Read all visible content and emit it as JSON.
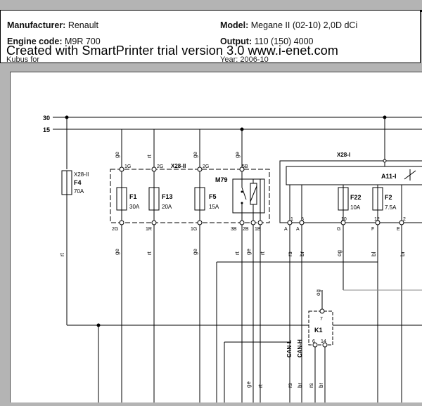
{
  "header": {
    "manufacturer_label": "Manufacturer:",
    "manufacturer_value": "Renault",
    "model_label": "Model:",
    "model_value": "Megane II (02-10) 2,0D dCi",
    "engine_code_label": "Engine code:",
    "engine_code_value": "M9R 700",
    "output_label": "Output:",
    "output_value": "110 (150) 4000",
    "overlap_left": "Kubus for",
    "overlap_right": "Year: 2006-10"
  },
  "watermark": "Created with SmartPrinter trial version 3.0  www.i-enet.com",
  "diagram": {
    "rails": {
      "r30": "30",
      "r15": "15"
    },
    "x28ii_fuse": {
      "connector": "X28-II",
      "name": "F4",
      "rating": "70A",
      "wire": "rt"
    },
    "block_x28ii": {
      "label": "X28-II",
      "top_pins": [
        "1G",
        "2G",
        "2G",
        "5B"
      ],
      "top_wires": [
        "ge",
        "rt",
        "ge",
        "ge"
      ],
      "fuses": [
        {
          "name": "F1",
          "rating": "30A"
        },
        {
          "name": "F13",
          "rating": "20A"
        },
        {
          "name": "F5",
          "rating": "15A"
        }
      ],
      "relay": "M79",
      "bottom_pins": [
        "2G",
        "1R",
        "1G",
        "3B",
        "2B",
        "1B"
      ],
      "bottom_wires": [
        "ge",
        "rt",
        "ge",
        "rt",
        "ge",
        "rt"
      ]
    },
    "block_x28i": {
      "label": "X28-I",
      "module": "A11-I",
      "top_pins": [
        "1",
        "6",
        "10",
        "12",
        "2"
      ],
      "fuses": [
        {
          "name": "F22",
          "rating": "10A"
        },
        {
          "name": "F2",
          "rating": "7.5A"
        }
      ],
      "bottom_letters": [
        "A",
        "A",
        "G",
        "F",
        "E"
      ],
      "bottom_wires": [
        "rs",
        "br",
        "og",
        "bl",
        "br"
      ]
    },
    "k1": {
      "name": "K1",
      "top_pin": "7",
      "pins": [
        "6",
        "14"
      ],
      "top_wire": "og"
    },
    "can": {
      "low": "CAN-L",
      "high": "CAN-H"
    },
    "lower_wires": [
      "ge",
      "rt",
      "rs",
      "br",
      "rs",
      "br"
    ]
  }
}
